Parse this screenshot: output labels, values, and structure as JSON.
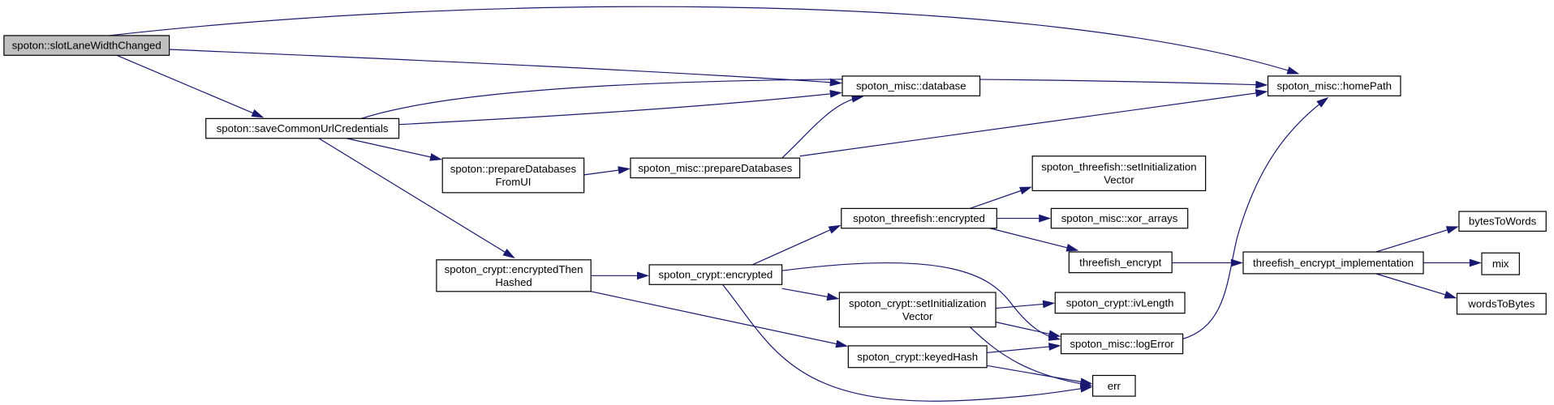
{
  "colors": {
    "edge": "#191970",
    "root_fill": "#bfbfbf",
    "node_fill": "#ffffff",
    "node_stroke": "#000000"
  },
  "nodes": [
    {
      "id": "slotLaneWidthChanged",
      "lines": [
        "spoton::slotLaneWidthChanged"
      ],
      "root": true
    },
    {
      "id": "saveCommonUrlCredentials",
      "lines": [
        "spoton::saveCommonUrlCredentials"
      ]
    },
    {
      "id": "prepareDatabasesFromUI",
      "lines": [
        "spoton::prepareDatabases",
        "FromUI"
      ]
    },
    {
      "id": "encryptedThenHashed",
      "lines": [
        "spoton_crypt::encryptedThen",
        "Hashed"
      ]
    },
    {
      "id": "miscDatabase",
      "lines": [
        "spoton_misc::database"
      ]
    },
    {
      "id": "miscPrepareDatabases",
      "lines": [
        "spoton_misc::prepareDatabases"
      ]
    },
    {
      "id": "homePath",
      "lines": [
        "spoton_misc::homePath"
      ]
    },
    {
      "id": "threefishEncrypted",
      "lines": [
        "spoton_threefish::encrypted"
      ]
    },
    {
      "id": "threefishSetIV",
      "lines": [
        "spoton_threefish::setInitialization",
        "Vector"
      ]
    },
    {
      "id": "xorArrays",
      "lines": [
        "spoton_misc::xor_arrays"
      ]
    },
    {
      "id": "threefishEncrypt",
      "lines": [
        "threefish_encrypt"
      ]
    },
    {
      "id": "cryptEncrypted",
      "lines": [
        "spoton_crypt::encrypted"
      ]
    },
    {
      "id": "cryptSetIV",
      "lines": [
        "spoton_crypt::setInitialization",
        "Vector"
      ]
    },
    {
      "id": "ivLength",
      "lines": [
        "spoton_crypt::ivLength"
      ]
    },
    {
      "id": "logError",
      "lines": [
        "spoton_misc::logError"
      ]
    },
    {
      "id": "keyedHash",
      "lines": [
        "spoton_crypt::keyedHash"
      ]
    },
    {
      "id": "err",
      "lines": [
        "err"
      ]
    },
    {
      "id": "threefishImpl",
      "lines": [
        "threefish_encrypt_implementation"
      ]
    },
    {
      "id": "bytesToWords",
      "lines": [
        "bytesToWords"
      ]
    },
    {
      "id": "mix",
      "lines": [
        "mix"
      ]
    },
    {
      "id": "wordsToBytes",
      "lines": [
        "wordsToBytes"
      ]
    }
  ],
  "edges": [
    {
      "from": "slotLaneWidthChanged",
      "to": "homePath"
    },
    {
      "from": "slotLaneWidthChanged",
      "to": "miscDatabase"
    },
    {
      "from": "slotLaneWidthChanged",
      "to": "saveCommonUrlCredentials"
    },
    {
      "from": "saveCommonUrlCredentials",
      "to": "homePath"
    },
    {
      "from": "saveCommonUrlCredentials",
      "to": "miscDatabase"
    },
    {
      "from": "saveCommonUrlCredentials",
      "to": "prepareDatabasesFromUI"
    },
    {
      "from": "saveCommonUrlCredentials",
      "to": "encryptedThenHashed"
    },
    {
      "from": "prepareDatabasesFromUI",
      "to": "miscPrepareDatabases"
    },
    {
      "from": "miscPrepareDatabases",
      "to": "miscDatabase"
    },
    {
      "from": "miscPrepareDatabases",
      "to": "homePath"
    },
    {
      "from": "encryptedThenHashed",
      "to": "cryptEncrypted"
    },
    {
      "from": "encryptedThenHashed",
      "to": "keyedHash"
    },
    {
      "from": "cryptEncrypted",
      "to": "threefishEncrypted"
    },
    {
      "from": "cryptEncrypted",
      "to": "cryptSetIV"
    },
    {
      "from": "cryptEncrypted",
      "to": "logError"
    },
    {
      "from": "cryptEncrypted",
      "to": "err"
    },
    {
      "from": "threefishEncrypted",
      "to": "threefishSetIV"
    },
    {
      "from": "threefishEncrypted",
      "to": "xorArrays"
    },
    {
      "from": "threefishEncrypted",
      "to": "threefishEncrypt"
    },
    {
      "from": "threefishEncrypt",
      "to": "threefishImpl"
    },
    {
      "from": "cryptSetIV",
      "to": "ivLength"
    },
    {
      "from": "cryptSetIV",
      "to": "logError"
    },
    {
      "from": "cryptSetIV",
      "to": "err"
    },
    {
      "from": "keyedHash",
      "to": "logError"
    },
    {
      "from": "keyedHash",
      "to": "err"
    },
    {
      "from": "logError",
      "to": "homePath"
    },
    {
      "from": "threefishImpl",
      "to": "bytesToWords"
    },
    {
      "from": "threefishImpl",
      "to": "mix"
    },
    {
      "from": "threefishImpl",
      "to": "wordsToBytes"
    }
  ]
}
